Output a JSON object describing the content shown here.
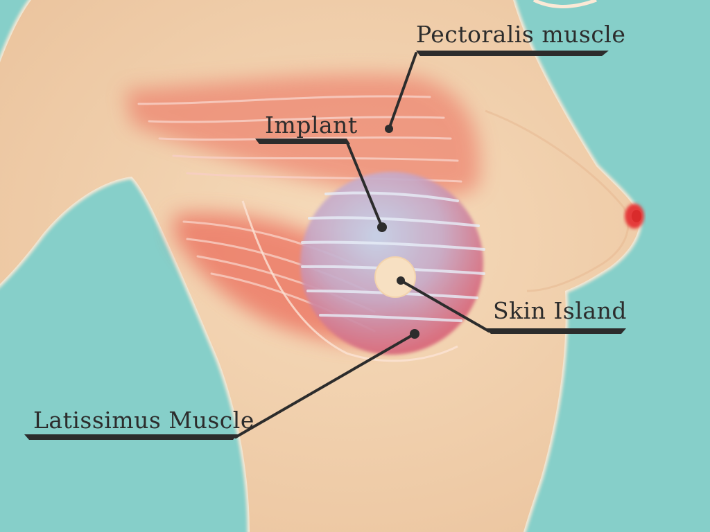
{
  "colors": {
    "background": "#86cfc9",
    "skin": "#f2d0ac",
    "skin_outline": "#fbe6d0",
    "muscle": "#ec6a5a",
    "implant": "#bcc9e6",
    "skin_island": "#f7e0c2",
    "nipple": "#e53b3b",
    "leader_line": "#2c2c2c"
  },
  "labels": {
    "pectoralis": "Pectoralis muscle",
    "implant": "Implant",
    "skin_island": "Skin Island",
    "latissimus": "Latissimus Muscle"
  }
}
